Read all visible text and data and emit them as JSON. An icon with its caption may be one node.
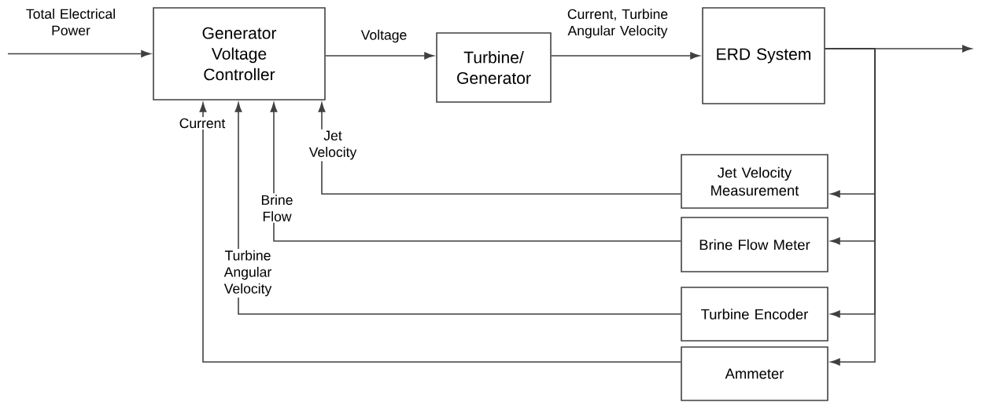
{
  "diagram": {
    "nodes": [
      {
        "text": [
          "Generator Voltage Controller"
        ]
      },
      {
        "text": [
          "Turbine/ Generator"
        ]
      },
      {
        "text": [
          "ERD System"
        ]
      },
      {
        "text": [
          "Jet Velocity Measurement"
        ]
      },
      {
        "text": [
          "Brine Flow Meter"
        ]
      },
      {
        "text": [
          "Turbine Encoder"
        ]
      },
      {
        "text": [
          "Ammeter"
        ]
      }
    ],
    "edges": [
      {
        "from": null,
        "to": 0,
        "arrow": "to",
        "label": "Total Electrical Power"
      },
      {
        "from": 0,
        "to": 1,
        "arrow": "to",
        "label": "Voltage"
      },
      {
        "from": 1,
        "to": 2,
        "arrow": "to",
        "label": "Current, Turbine Angular Velocity"
      },
      {
        "from": 2,
        "to": null,
        "arrow": "to"
      },
      {
        "from": 2,
        "to": 3,
        "arrow": "to"
      },
      {
        "from": 2,
        "to": 4,
        "arrow": "to"
      },
      {
        "from": 2,
        "to": 5,
        "arrow": "to"
      },
      {
        "from": 2,
        "to": 6,
        "arrow": "to"
      },
      {
        "from": 3,
        "to": 0,
        "arrow": "to",
        "label": "Jet Velocity"
      },
      {
        "from": 4,
        "to": 0,
        "arrow": "to",
        "label": "Brine Flow"
      },
      {
        "from": 5,
        "to": 0,
        "arrow": "to",
        "label": "Turbine Angular Velocity"
      },
      {
        "from": 6,
        "to": 0,
        "arrow": "to",
        "label": "Current"
      }
    ]
  }
}
